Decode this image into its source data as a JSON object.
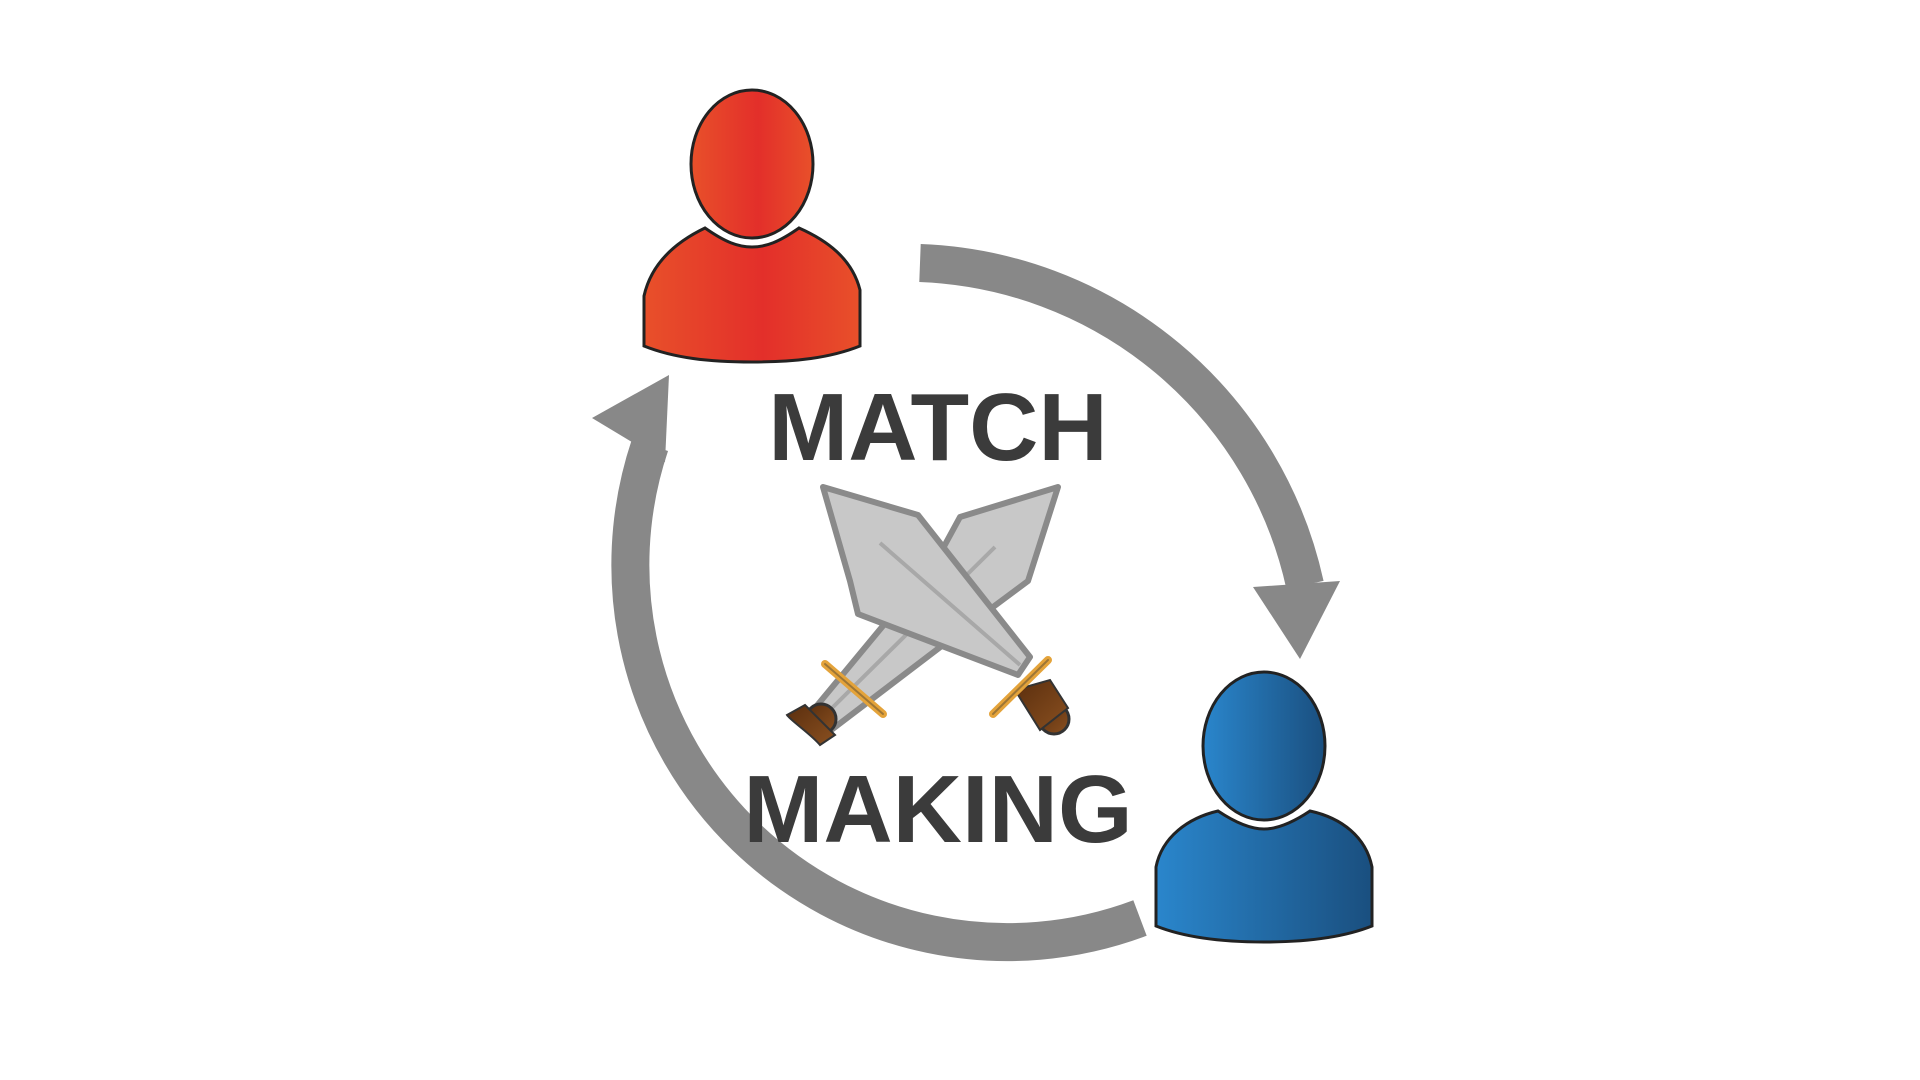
{
  "title_line1": "MATCH",
  "title_line2": "MAKING",
  "colors": {
    "arrow": "#888888",
    "text": "#3b3b3b",
    "player_red_light": "#e8502a",
    "player_red_dark": "#e32f2a",
    "player_blue_light": "#2a86cc",
    "player_blue_dark": "#1a4f7f",
    "blade": "#c8c8c8",
    "blade_outline": "#8a8a8a",
    "handle": "#6b3a12",
    "guard": "#e4a33a"
  },
  "icons": {
    "player_top": "user-icon",
    "player_bottom": "user-icon",
    "center": "crossed-swords-icon",
    "cycle_arrows": "cycle-arrow"
  }
}
